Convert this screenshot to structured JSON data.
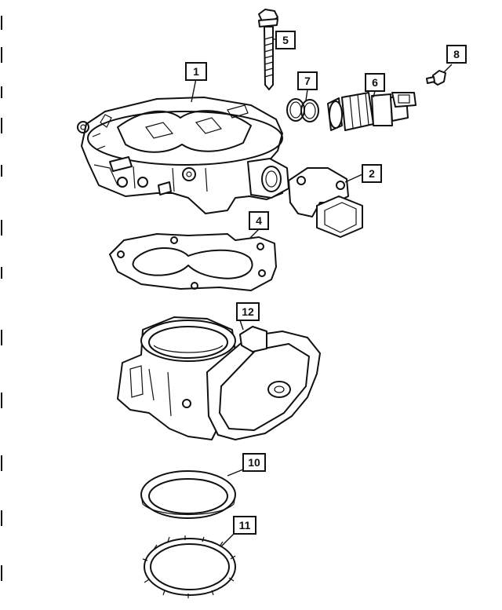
{
  "callouts": {
    "c1": "1",
    "c2": "2",
    "c4": "4",
    "c5": "5",
    "c6": "6",
    "c7": "7",
    "c8": "8",
    "c10": "10",
    "c11": "11",
    "c12": "12"
  }
}
